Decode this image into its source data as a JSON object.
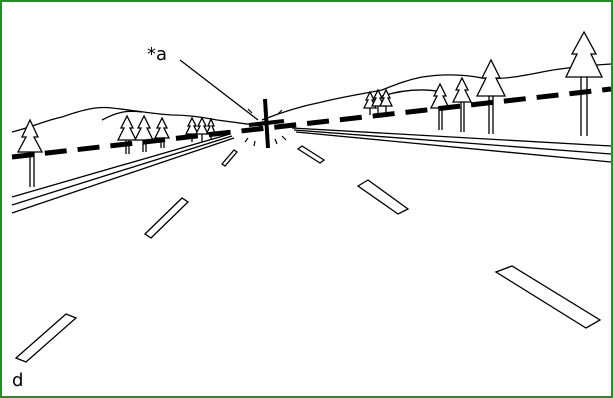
{
  "labels": {
    "a": "*a",
    "d": "d"
  },
  "colors": {
    "frame_border": "#2a8a2a",
    "line": "#000000",
    "background": "#ffffff"
  },
  "icons": {
    "horizon_line": "dashed-line",
    "vanishing_point": "cross-mark",
    "trees": "pine-tree"
  }
}
